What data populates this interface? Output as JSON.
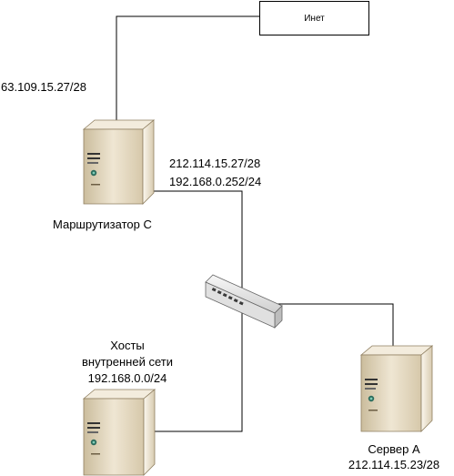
{
  "internet_box": {
    "label": "Инет"
  },
  "router": {
    "name": "Маршрутизатор С",
    "external_ip": "63.109.15.27/28",
    "internal_ip_1": "212.114.15.27/28",
    "internal_ip_2": "192.168.0.252/24"
  },
  "hosts": {
    "line1": "Хосты",
    "line2": "внутренней сети",
    "line3": "192.168.0.0/24"
  },
  "server": {
    "name": "Сервер А",
    "ip": "212.114.15.23/28"
  },
  "colors": {
    "server_body": "#e8dcc4",
    "server_shadow": "#b9a886",
    "switch_body": "#e9e9e9",
    "line": "#000000"
  }
}
